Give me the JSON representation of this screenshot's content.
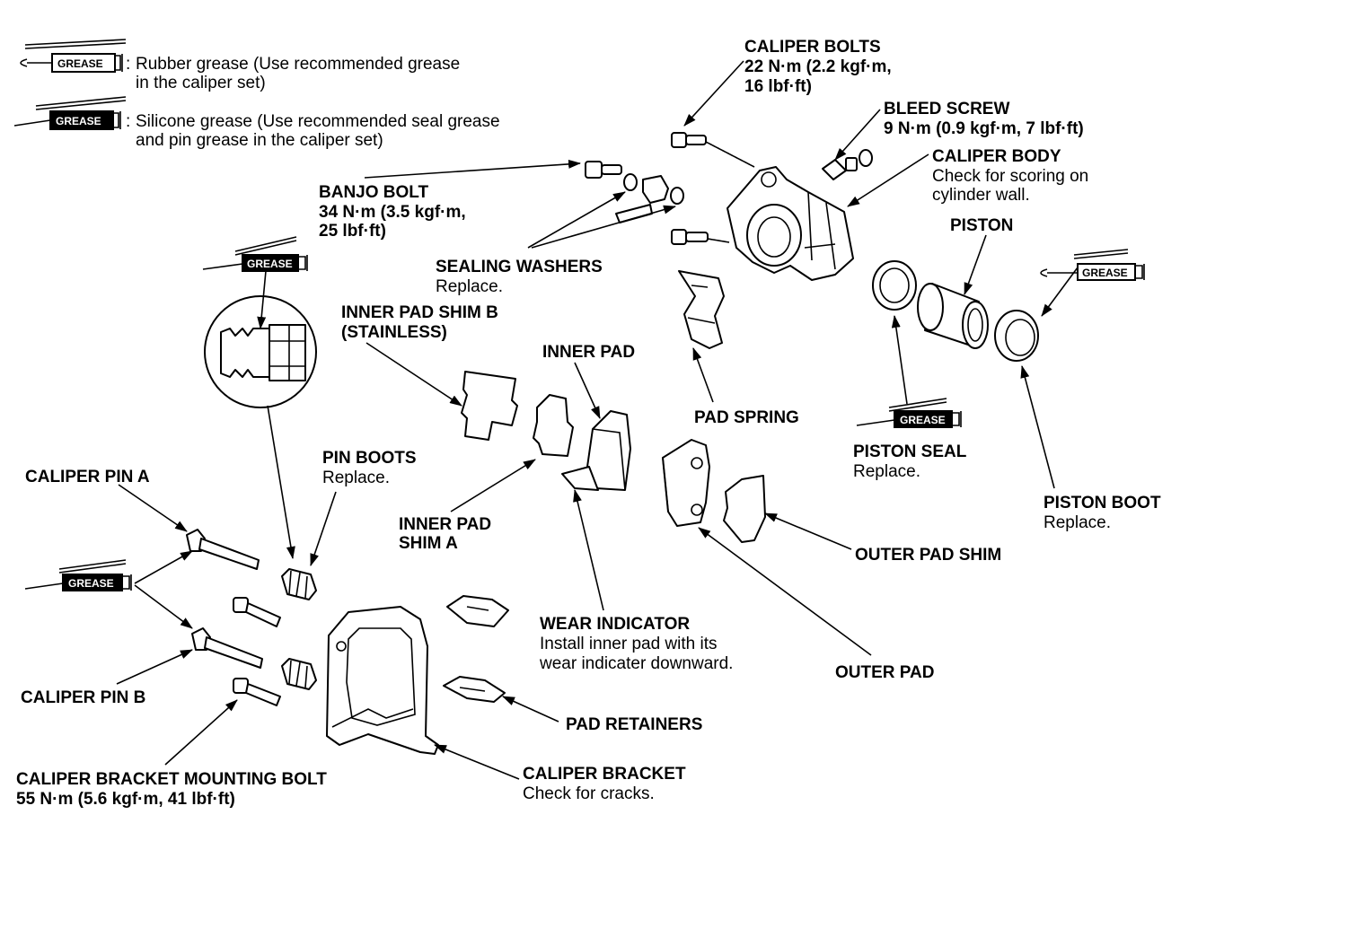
{
  "legend": {
    "tag": "GREASE",
    "rubber": [
      "Rubber grease (Use recommended grease",
      "in the caliper set)"
    ],
    "silicone": [
      "Silicone grease (Use recommended seal grease",
      "and pin grease in the caliper set)"
    ],
    "colon": ":"
  },
  "labels": {
    "caliper_bolts": [
      "CALIPER BOLTS",
      "22 N·m (2.2 kgf·m,",
      "16 lbf·ft)"
    ],
    "bleed_screw": [
      "BLEED SCREW",
      "9 N·m (0.9 kgf·m, 7 lbf·ft)"
    ],
    "caliper_body": [
      "CALIPER BODY",
      "Check for scoring on",
      "cylinder wall."
    ],
    "banjo_bolt": [
      "BANJO BOLT",
      "34 N·m (3.5 kgf·m,",
      "25 lbf·ft)"
    ],
    "piston": "PISTON",
    "sealing_washers": [
      "SEALING WASHERS",
      "Replace."
    ],
    "inner_pad_shim_b": [
      "INNER PAD SHIM B",
      "(STAINLESS)"
    ],
    "inner_pad": "INNER PAD",
    "pad_spring": "PAD SPRING",
    "piston_seal": [
      "PISTON SEAL",
      "Replace."
    ],
    "pin_boots": [
      "PIN BOOTS",
      "Replace."
    ],
    "caliper_pin_a": "CALIPER PIN A",
    "inner_pad_shim_a": [
      "INNER PAD",
      "SHIM A"
    ],
    "piston_boot": [
      "PISTON BOOT",
      "Replace."
    ],
    "outer_pad_shim": "OUTER PAD SHIM",
    "wear_indicator": [
      "WEAR INDICATOR",
      "Install inner pad with its",
      "wear indicater downward."
    ],
    "outer_pad": "OUTER PAD",
    "caliper_pin_b": "CALIPER PIN B",
    "pad_retainers": "PAD RETAINERS",
    "caliper_bracket": [
      "CALIPER BRACKET",
      "Check for cracks."
    ],
    "caliper_bracket_mounting_bolt": [
      "CALIPER BRACKET MOUNTING BOLT",
      "55 N·m (5.6 kgf·m, 41 lbf·ft)"
    ]
  }
}
